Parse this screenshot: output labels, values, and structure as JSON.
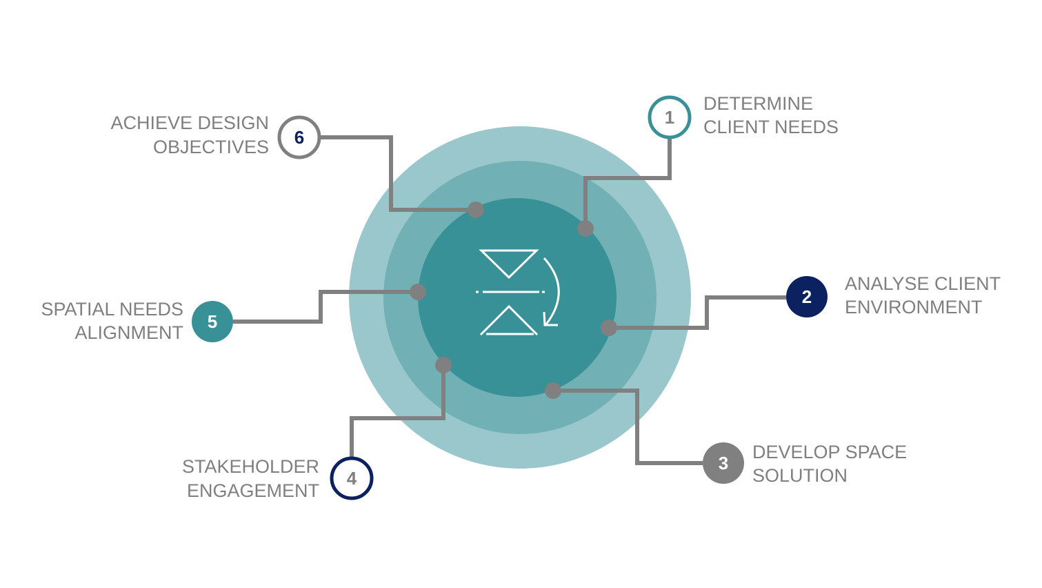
{
  "colors": {
    "outer": "#9AC7CB",
    "middle": "#71B1B6",
    "inner": "#389197",
    "navy": "#0B2160",
    "gray": "#808080",
    "teal": "#389197"
  },
  "center_icon": "filter-cycle-icon",
  "steps": [
    {
      "number": "1",
      "line1": "DETERMINE",
      "line2": "CLIENT NEEDS"
    },
    {
      "number": "2",
      "line1": "ANALYSE CLIENT",
      "line2": "ENVIRONMENT"
    },
    {
      "number": "3",
      "line1": "DEVELOP SPACE",
      "line2": "SOLUTION"
    },
    {
      "number": "4",
      "line1": "STAKEHOLDER",
      "line2": "ENGAGEMENT"
    },
    {
      "number": "5",
      "line1": "SPATIAL NEEDS",
      "line2": "ALIGNMENT"
    },
    {
      "number": "6",
      "line1": "ACHIEVE DESIGN",
      "line2": "OBJECTIVES"
    }
  ]
}
